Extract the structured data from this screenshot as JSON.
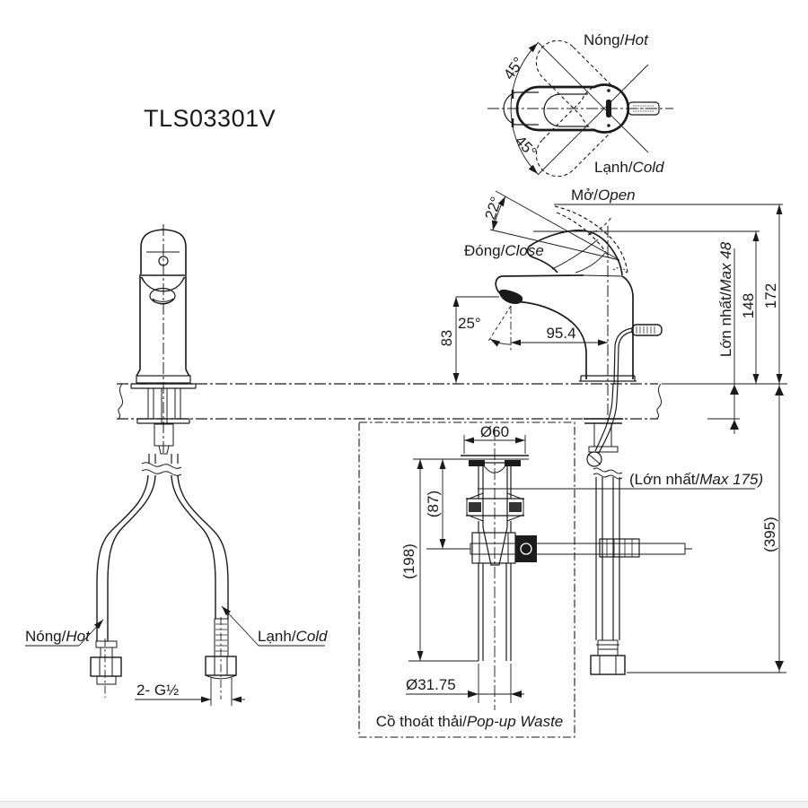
{
  "title": "TLS03301V",
  "colors": {
    "line": "#1a1a1a",
    "background": "#ffffff"
  },
  "top_view": {
    "hot_vi": "Nóng/",
    "hot_en": "Hot",
    "cold_vi": "Lạnh/",
    "cold_en": "Cold",
    "angle_hot": "45°",
    "angle_cold": "45°"
  },
  "side_view": {
    "open_vi": "Mở/",
    "open_en": "Open",
    "close_vi": "Đóng/",
    "close_en": "Close",
    "open_angle": "22°",
    "spray_angle": "25°",
    "spout_height": "83",
    "spout_reach": "95.4",
    "height_closed": "148",
    "height_open": "172",
    "deck_max_vi": "Lớn nhất/",
    "deck_max_en": "Max 48",
    "rod_max_vi": "(Lớn nhất/",
    "rod_max_en": "Max 175)",
    "below_counter": "(395)"
  },
  "front_view": {
    "hot_vi": "Nóng/",
    "hot_en": "Hot",
    "cold_vi": "Lạnh/",
    "cold_en": "Cold",
    "thread_spec": "2- G½"
  },
  "popup_waste": {
    "flange_dia": "Ø60",
    "plug_depth": "(87)",
    "body_depth": "(198)",
    "pipe_dia": "Ø31.75",
    "caption_vi": "Cồ thoát thải/",
    "caption_en": "Pop-up Waste"
  }
}
